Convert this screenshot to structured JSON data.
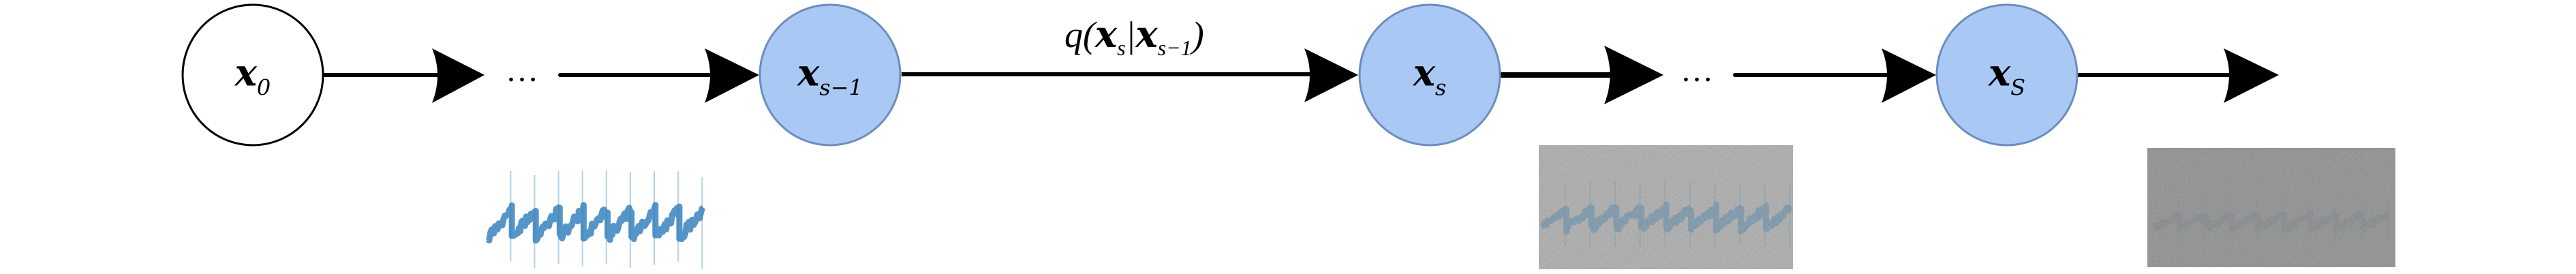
{
  "nodes": [
    {
      "id": "x0",
      "base": "x",
      "sub": "0",
      "observed": false
    },
    {
      "id": "xs_minus_1",
      "base": "x",
      "sub": "s−1",
      "observed": true
    },
    {
      "id": "xs",
      "base": "x",
      "sub": "s",
      "observed": true
    },
    {
      "id": "xS",
      "base": "x",
      "sub": "S",
      "observed": true
    }
  ],
  "ellipsis": "…",
  "transition_label": {
    "prefix": "q(",
    "a": "x",
    "a_sub": "s",
    "sep": "|",
    "b": "x",
    "b_sub": "s−1",
    "suffix": ")"
  },
  "thumbnails": [
    {
      "id": "clean-signal",
      "noise_level": 0.0
    },
    {
      "id": "partially-noised-signal",
      "noise_level": 0.6
    },
    {
      "id": "fully-noised-signal",
      "noise_level": 1.0
    }
  ],
  "colors": {
    "node_fill": "#a9c9f4",
    "node_stroke": "#6c8ebf",
    "edge": "#000000",
    "signal": "#2b7bba",
    "noise_light": "#a9aaa9",
    "noise_dark": "#8a8a8a"
  }
}
